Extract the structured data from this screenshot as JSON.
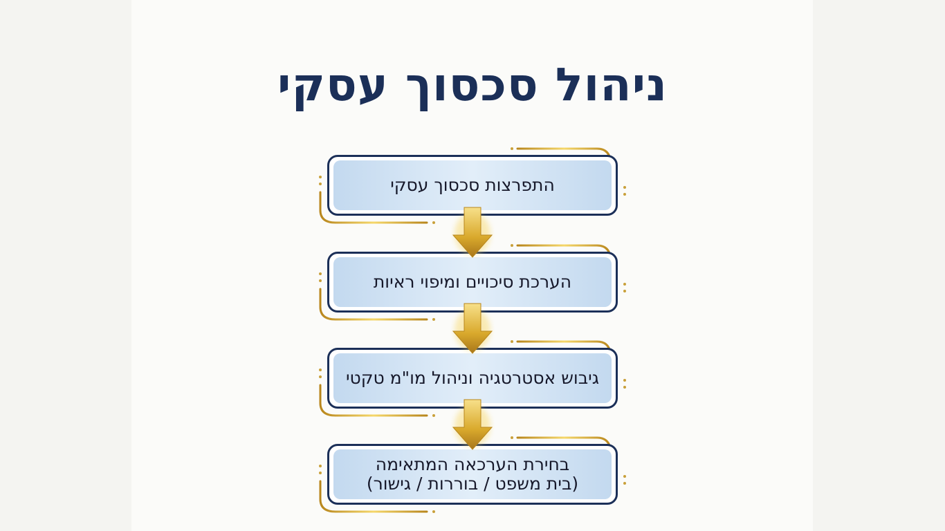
{
  "title": "ניהול סכסוך עסקי",
  "steps": [
    {
      "label": "התפרצות סכסוך עסקי"
    },
    {
      "label": "הערכת סיכויים ומיפוי ראיות"
    },
    {
      "label": "גיבוש אסטרטגיה וניהול מו\"מ טקטי"
    },
    {
      "label": "בחירת הערכאה המתאימה (בית משפט / בוררות / גישור)"
    }
  ],
  "colors": {
    "navy": "#1b2f58",
    "gold": "#d4a52a",
    "box": "#c3d9ef"
  }
}
